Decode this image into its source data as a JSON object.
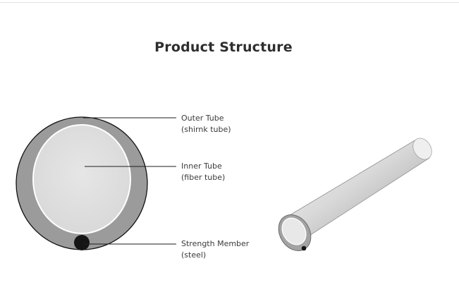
{
  "title": "Product Structure",
  "callouts": [
    {
      "name": "Outer Tube",
      "note": "(shirnk tube)"
    },
    {
      "name": "Inner Tube",
      "note": "(fiber tube)"
    },
    {
      "name": "Strength Member",
      "note": "(steel)"
    }
  ],
  "colors": {
    "outer_tube": "#9b9b9b",
    "inner_tube": "#e0e0e0",
    "strength_member": "#151515",
    "leader_line": "#1e1e1e",
    "text": "#3a3a3a"
  }
}
